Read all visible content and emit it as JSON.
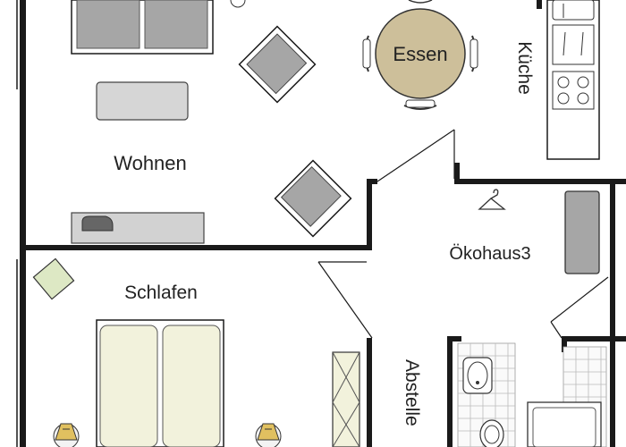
{
  "rooms": {
    "wohnen": "Wohnen",
    "essen": "Essen",
    "kueche": "Küche",
    "schlafen": "Schlafen",
    "flur": "Ökohaus3",
    "abstell": "Abstelle"
  },
  "colors": {
    "wall": "#1a1a1a",
    "furniture_gray": "#a6a6a6",
    "furniture_light": "#cfcfcf",
    "dining_table": "#cdbf9a",
    "bed_fill": "#f2f2dc",
    "plant_green": "#dde8c4",
    "lamp_gold": "#e0c060",
    "tile": "#dddddd"
  }
}
